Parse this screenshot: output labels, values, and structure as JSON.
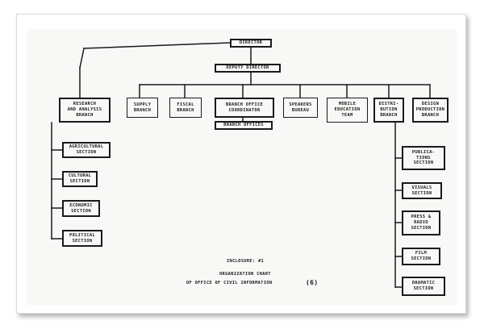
{
  "chart": {
    "director": "DIRECTOR",
    "deputy_director": "DEPUTY DIRECTOR",
    "branches": {
      "research": "RESEARCH\nAND ANALYSIS\nBRANCH",
      "supply": "SUPPLY\nBRANCH",
      "fiscal": "FISCAL\nBRANCH",
      "branch_office_coordinator": "BRANCH OFFICE\nCOORDINATOR",
      "speakers": "SPEAKERS\nBUREAU",
      "mobile": "MOBILE\nEDUCATION\nTEAM",
      "distribution": "DISTRI-\nBUTION\nBRANCH",
      "design": "DESIGN\nPRODUCTION\nBRANCH"
    },
    "branch_offices": "BRANCH OFFICES",
    "research_sections": [
      "AGRICULTURAL\nSECTION",
      "CULTURAL\nSECTION",
      "ECONOMIC\nSECTION",
      "POLITICAL\nSECTION"
    ],
    "design_sections": [
      "PUBLICA-\nTIONS\nSECTION",
      "VISUALS\nSECTION",
      "PRESS &\nRADIO\nSECTION",
      "FILM\nSECTION",
      "DRAMATIC\nSECTION"
    ]
  },
  "caption": {
    "enclosure": "INCLOSURE: #1",
    "line1": "ORGANIZATION CHART",
    "line2": "OF OFFICE OF CIVIL INFORMATION",
    "page_number": "(6)"
  }
}
